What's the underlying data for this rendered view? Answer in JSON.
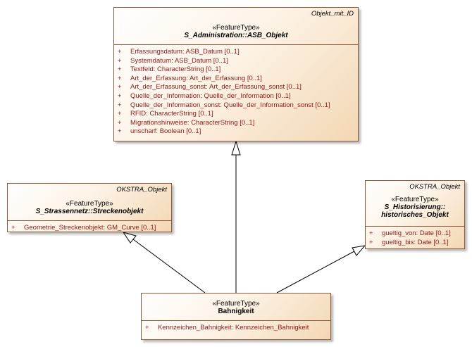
{
  "classes": {
    "asb": {
      "tag": "Objekt_mit_ID",
      "stereotype": "«FeatureType»",
      "name": "S_Administration::ASB_Objekt",
      "attributes": [
        {
          "vis": "+",
          "text": "Erfassungsdatum: ASB_Datum [0..1]"
        },
        {
          "vis": "+",
          "text": "Systemdatum: ASB_Datum [0..1]"
        },
        {
          "vis": "+",
          "text": "Textfeld: CharacterString [0..1]"
        },
        {
          "vis": "+",
          "text": "Art_der_Erfassung: Art_der_Erfassung [0..1]"
        },
        {
          "vis": "+",
          "text": "Art_der_Erfassung_sonst: Art_der_Erfassung_sonst [0..1]"
        },
        {
          "vis": "+",
          "text": "Quelle_der_Information: Quelle_der_Information [0..1]"
        },
        {
          "vis": "+",
          "text": "Quelle_der_Information_sonst: Quelle_der_Information_sonst [0..1]"
        },
        {
          "vis": "+",
          "text": "RFID: CharacterString [0..1]"
        },
        {
          "vis": "+",
          "text": "Migrationshinweise: CharacterString [0..1]"
        },
        {
          "vis": "+",
          "text": "unscharf: Boolean [0..1]"
        }
      ]
    },
    "strecke": {
      "tag": "OKSTRA_Objekt",
      "stereotype": "«FeatureType»",
      "name": "S_Strassennetz::Streckenobjekt",
      "attributes": [
        {
          "vis": "+",
          "text": "Geometrie_Streckenobjekt: GM_Curve [0..1]"
        }
      ]
    },
    "hist": {
      "tag": "OKSTRA_Objekt",
      "stereotype": "«FeatureType»",
      "name_line1": "S_Historisierung::",
      "name_line2": "historisches_Objekt",
      "attributes": [
        {
          "vis": "+",
          "text": "gueltig_von: Date [0..1]"
        },
        {
          "vis": "+",
          "text": "gueltig_bis: Date [0..1]"
        }
      ]
    },
    "bahn": {
      "stereotype": "«FeatureType»",
      "name": "Bahnigkeit",
      "attributes": [
        {
          "vis": "+",
          "text": "Kennzeichen_Bahnigkeit: Kennzeichen_Bahnigkeit"
        }
      ]
    }
  }
}
